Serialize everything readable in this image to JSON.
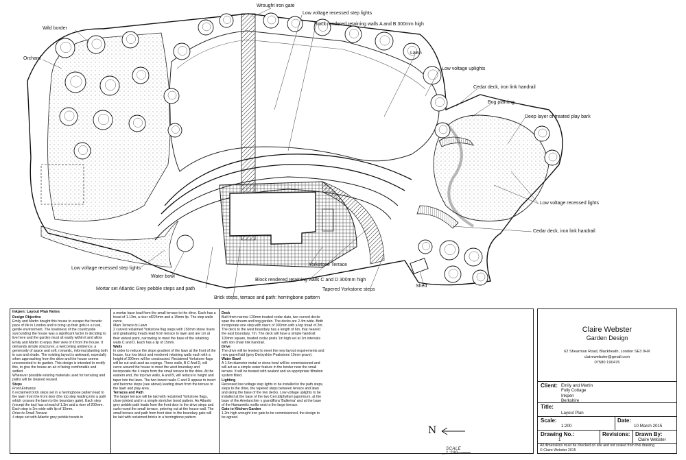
{
  "plan": {
    "labels": {
      "wrought_iron_gate": "Wrought iron gate",
      "low_voltage_recessed_step_lights_top": "Low voltage recessed step lights",
      "block_walls_ab": "Block rendered retaining walls A and B 300mm high",
      "wild_border": "Wild border",
      "orchard": "Orchard",
      "lawn": "Lawn",
      "low_voltage_uplights": "Low voltage uplights",
      "cedar_deck_top": "Cedar deck, iron link handrail",
      "bog_planting": "Bog planting",
      "play_bark": "Deep layer of treated play bark",
      "low_voltage_recessed_lights": "Low voltage recessed lights",
      "cedar_deck_bottom": "Cedar deck, iron link handrail",
      "low_voltage_recessed_step_lights_bottom": "Low voltage recessed step lights",
      "water_bowl": "Water bowl",
      "mortar_set": "Mortar set Atlantic Grey pebble steps and path",
      "brick_steps": "Brick steps, terrace and path: herringbone pattern",
      "yorkstone_terrace": "Yorkstone Terrace",
      "block_walls_cd": "Block rendered retaining walls C and D 300mm high",
      "tapered_steps": "Tapered Yorkstone steps",
      "shed": "Shed"
    }
  },
  "notes": {
    "title": "Inkpen: Layout Plan Notes",
    "col1": [
      {
        "t": "head",
        "v": "Design Objective"
      },
      {
        "t": "p",
        "v": "Emily and Martin bought this house to escape the frenetic pace of life in London and to bring up their girls in a rural, gentle environment. The loveliness of the countryside surrounding the house was a significant factor in deciding to live here and the garden must sit easily within it and allow Emily and Martin to enjoy their view of it from the house. It demands simple structures, a welcoming ambience, a generosity of space and soft, romantic, informal planting both in sun and shade. The existing layout is awkward, especially when approaching from the drive and the house seems unconnected to its garden. This design is intended to rectify this, to give the house an air of being comfortable and settled."
      },
      {
        "t": "p",
        "v": "Wherever possible existing materials used for terracing and paths will be cleaned reused."
      },
      {
        "t": "head",
        "v": "Steps"
      },
      {
        "t": "i",
        "v": "Front Entrance"
      },
      {
        "t": "p",
        "v": "6 reclaimed brick steps set in a herringbone pattern lead to the lawn from the front door (the top step leading into a path which crosses the lawn to the boundary gate). Each step (except the top) has a tread of 1.3m and a riser of 200mm. Each step is 2m wide with lip of 15mm."
      },
      {
        "t": "i",
        "v": "Drive to Small Terrace"
      },
      {
        "t": "p",
        "v": "4 steps set with Atlantic grey pebble treads in"
      }
    ],
    "col2": [
      {
        "t": "p",
        "v": "a mortar base lead from the small terrace to the drive. Each has a tread of 1.13m, a riser of225mm and a 15mm lip. The step walls curve."
      },
      {
        "t": "i",
        "v": "Main Terrace to Lawn"
      },
      {
        "t": "p",
        "v": "2 curved reclaimed Yorkstone flag steps with 150mm stone risers and graduating treads lead from terrace to lawn and are 1m at their widest point, narrowing to meet the base of the retaining walls C and D. Each has a lip of 15mm."
      },
      {
        "t": "head",
        "v": "Walls"
      },
      {
        "t": "p",
        "v": "In order to reduce the slope gradient of the lawn at the front of the house, four low block and rendered retaining walls each with a height of 300mm will be constructed. Reclaimed Yorkstone flags will be cut and used as copings. Three walls, B C And D, will curve around the house to meet the west boundary and incorporate the 4 steps from the small terrace to the drive. At the eastern end, the top two walls, A and B, will reduce in height and taper into the lawn. The two lowest walls C and D appear to invert and become steps (see above) leading down from the terrace to the lawn and play area."
      },
      {
        "t": "head",
        "v": "Terraces and Path"
      },
      {
        "t": "p",
        "v": "The larger terrace will be laid with reclaimed Yorkstone flags, close jointed and in a simple stretcher bond pattern. An Atlantic grey pebble path leads from the front door to the drive steps and curls round the small terrace, petering out at the house wall. The small terrace and path from front door to the boundary gate will be laid with reclaimed bricks in a herringbone pattern."
      }
    ],
    "col3": [
      {
        "t": "head",
        "v": "Deck"
      },
      {
        "t": "p",
        "v": "Built from narrow 120mm treated cedar slats, two curved decks span the stream and bog garden. The decks are 2.4m wide. Both incorporate one step with risers of 100mm with a top tread of 2m. The deck to the west boundary has a length of 6m, that nearest the east boundary, 7m. The deck will have a simple handrail: 100mm square, treated cedar posts 1m high set at 1m intervals with iron chain link handrail."
      },
      {
        "t": "head",
        "v": "Drive"
      },
      {
        "t": "p",
        "v": "The drive will be leveled to meet the new layout requirements and new gravel laid (grey Derbyshire Peakstone 10mm grave)."
      },
      {
        "t": "head",
        "v": "Water Bowl"
      },
      {
        "t": "p",
        "v": "A 1.5m diameter metal or stone bowl will be commissioned and will act as a simple water feature in the border near the small terrace. It will be treated with sealant and an appropriate filtration system fitted."
      },
      {
        "t": "head",
        "v": "Lighting"
      },
      {
        "t": "p",
        "v": "Recessed low voltage step lights to be installed in the path steps, steps to the drive, the tapered steps between terrace and lawn and along the base of the two decks. Low voltage uplights to be installed at the base of the two Cercidiphyllum japonicum, at the base of the Amelanchier x grandiflora 'Ballerina' and at the base of the Hamamelis mollis next to the large terrace."
      },
      {
        "t": "head",
        "v": "Gate to Kitchen Garden"
      },
      {
        "t": "p",
        "v": "1.2m high wrought iron gate to be commissioned, the design to be agreed."
      }
    ]
  },
  "titleblock": {
    "firm_name": "Claire Webster",
    "firm_sub": "Garden Design",
    "address": "62 Shearman Road, Blackheath, London SE3 9HX",
    "email": "clairewebster@gmail.com",
    "phone": "07580 190476",
    "client_label": "Client:",
    "client_lines": [
      "Emily and Martin",
      "Folly Cottage",
      "Inkpen",
      "Berkshire"
    ],
    "title_label": "Title:",
    "title_value": "Layout Plan",
    "scale_label": "Scale:",
    "scale_value": "1:200",
    "date_label": "Date:",
    "date_value": "10 March 2015",
    "drawing_no_label": "Drawing No.:",
    "drawing_no_value": "1",
    "revisions_label": "Revisions:",
    "drawn_by_label": "Drawn By:",
    "drawn_by_value": "Claire Webster",
    "footer_1": "All dimensions must be checked on site and not scaled from this drawing",
    "footer_2": "© Claire Webster 2015"
  },
  "north": {
    "letter": "N",
    "scale_text": "SCALE 1:200"
  }
}
